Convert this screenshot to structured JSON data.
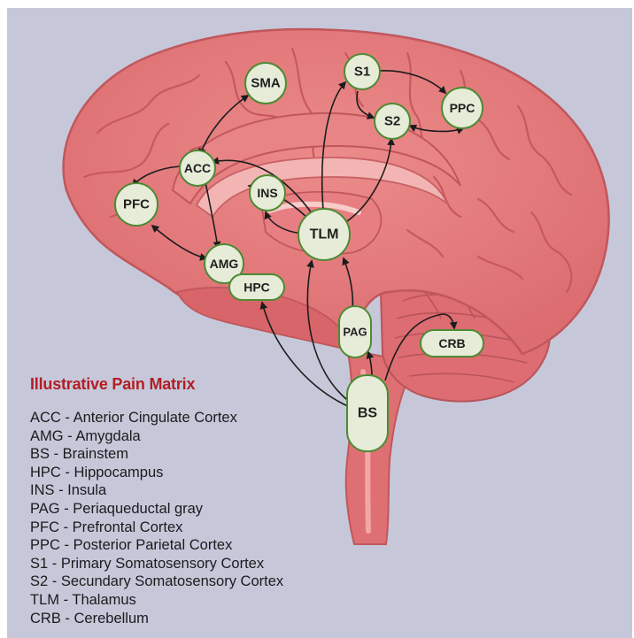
{
  "title": "Illustrative Pain Matrix",
  "colors": {
    "background": "#c6c8da",
    "brain": "#e5787a",
    "brain_dark": "#c54f55",
    "node_fill": "#e6ecd8",
    "node_stroke": "#4e8a33",
    "title_red": "#b31e24"
  },
  "nodes": {
    "sma": "SMA",
    "s1": "S1",
    "ppc": "PPC",
    "s2": "S2",
    "acc": "ACC",
    "ins": "INS",
    "pfc": "PFC",
    "tlm": "TLM",
    "amg": "AMG",
    "hpc": "HPC",
    "pag": "PAG",
    "crb": "CRB",
    "bs": "BS"
  },
  "legend": [
    "ACC - Anterior Cingulate Cortex",
    "AMG - Amygdala",
    "BS - Brainstem",
    "HPC - Hippocampus",
    "INS - Insula",
    "PAG - Periaqueductal gray",
    "PFC - Prefrontal Cortex",
    "PPC - Posterior Parietal Cortex",
    "S1 - Primary Somatosensory Cortex",
    "S2 - Secundary Somatosensory Cortex",
    "TLM - Thalamus",
    "CRB - Cerebellum"
  ]
}
